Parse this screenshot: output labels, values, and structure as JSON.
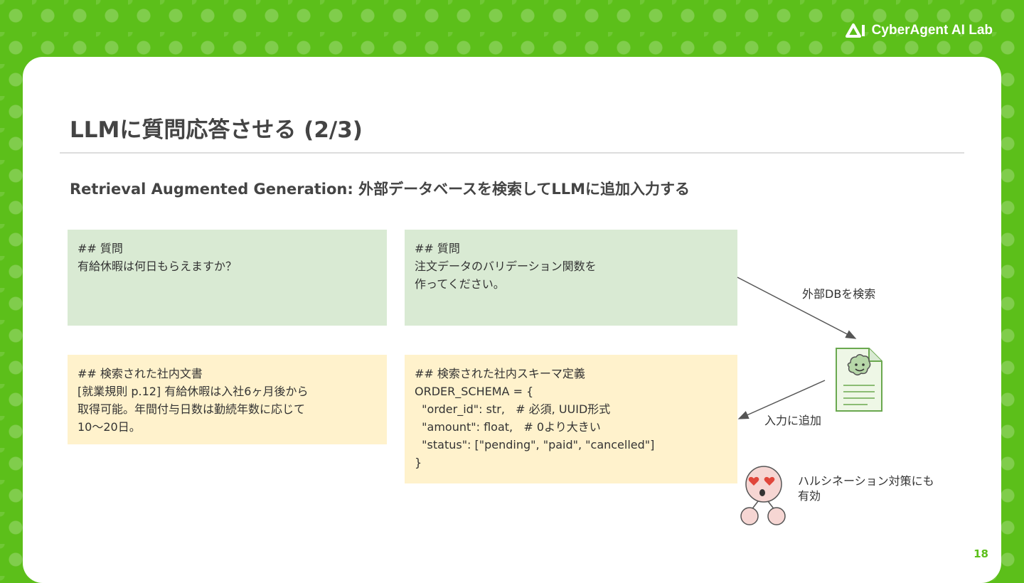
{
  "brand": {
    "logo_text": "CyberAgent AI Lab",
    "colors": {
      "primary": "#5cbf1a",
      "green_box": "#d9ead3",
      "yellow_box": "#fff2cc",
      "text": "#444444"
    }
  },
  "slide": {
    "title": "LLMに質問応答させる (2/3)",
    "subtitle": "Retrieval Augmented Generation: 外部データベースを検索してLLMに追加入力する",
    "page_number": "18"
  },
  "left": {
    "question_box": "## 質問\n有給休暇は何日もらえますか？",
    "doc_box": "## 検索された社内文書\n[就業規則 p.12] 有給休暇は入社6ヶ月後から\n取得可能。年間付与日数は勤続年数に応じて\n10〜20日。"
  },
  "middle": {
    "question_box": "## 質問\n注文データのバリデーション関数を\n作ってください。",
    "schema_box": "## 検索された社内スキーマ定義\nORDER_SCHEMA = {\n  \"order_id\": str,   # 必須, UUID形式\n  \"amount\": float,   # 0より大きい\n  \"status\": [\"pending\", \"paid\", \"cancelled\"]\n}"
  },
  "diagram": {
    "search_label": "外部DBを検索",
    "add_input_label": "入力に追加",
    "hallucination_label": "ハルシネーション対策にも\n有効",
    "icons": [
      "document-icon",
      "robot-icon"
    ]
  }
}
